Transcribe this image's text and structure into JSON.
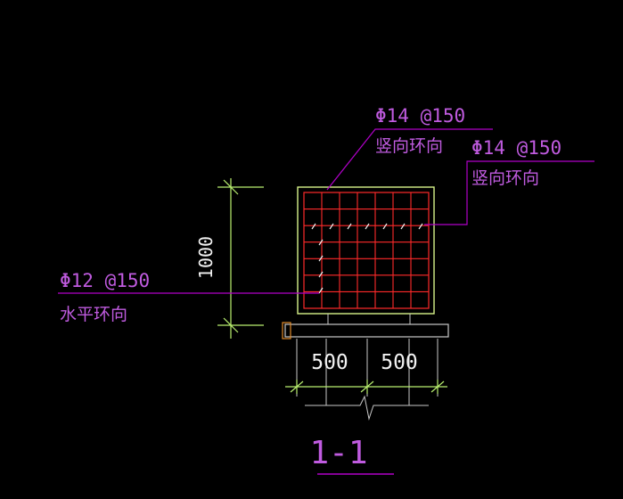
{
  "drawing": {
    "annotations": {
      "vertical_bar_1": {
        "spec": "Φ14 @150",
        "desc": "竖向环向"
      },
      "vertical_bar_2": {
        "spec": "Φ14 @150",
        "desc": "竖向环向"
      },
      "horizontal_bar": {
        "spec": "Φ12 @150",
        "desc": "水平环向"
      }
    },
    "dimensions": {
      "height": "1000",
      "left_width": "500",
      "right_width": "500"
    },
    "section_label": "1-1",
    "colors": {
      "background": "#000000",
      "outline": "#d7f28a",
      "rebar_grid": "#ff2a2a",
      "leader": "#b000c8",
      "dimension": "#b9f06f",
      "text_white": "#f2f2f2",
      "text_magenta": "#c05be0",
      "base": "#c8c8c8",
      "orange_mark": "#e08a2a"
    }
  }
}
